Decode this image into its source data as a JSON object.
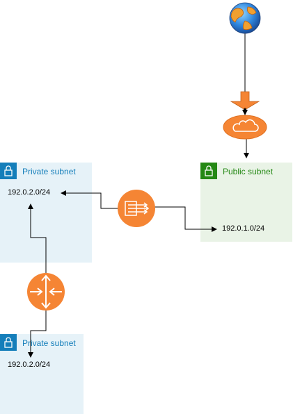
{
  "subnets": {
    "private_top": {
      "title": "Private subnet",
      "cidr": "192.0.2.0/24",
      "title_color": "#147EBA",
      "fill": "#E6F2F8"
    },
    "public": {
      "title": "Public subnet",
      "cidr": "192.0.1.0/24",
      "title_color": "#248814",
      "fill": "#E9F3E6"
    },
    "private_bottom": {
      "title": "Private subnet",
      "cidr": "192.0.2.0/24",
      "title_color": "#147EBA",
      "fill": "#E6F2F8"
    }
  },
  "icons": {
    "internet": "globe-icon",
    "gateway": "internet-gateway-icon",
    "nat": "nat-gateway-icon",
    "router": "router-icon",
    "ingress": "ingress-arrow-icon"
  },
  "colors": {
    "aws_orange": "#F58534",
    "private_accent": "#147EBA",
    "public_accent": "#248814"
  }
}
